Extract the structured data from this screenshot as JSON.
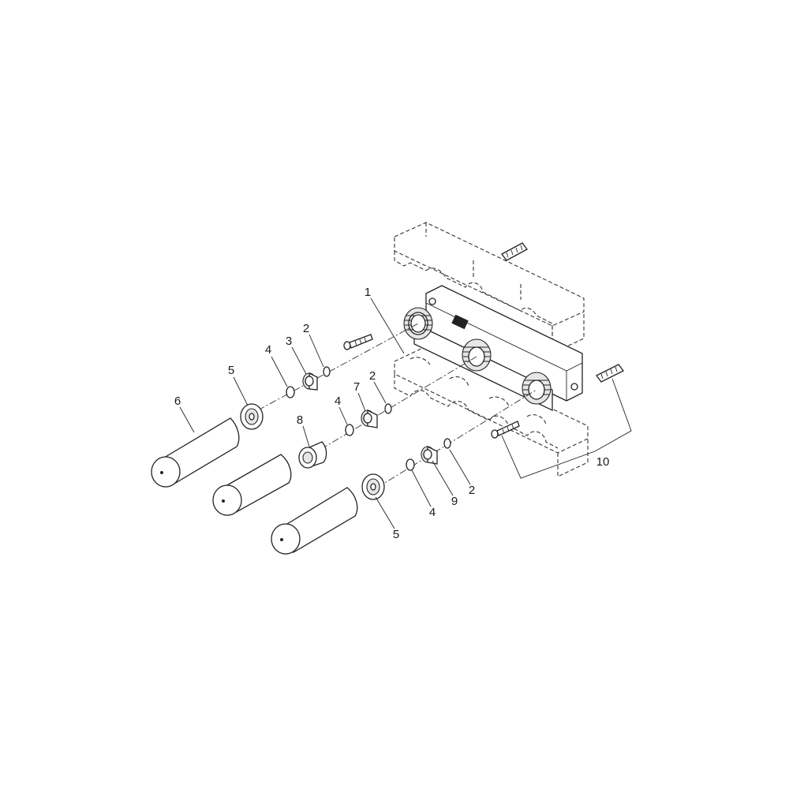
{
  "callouts": {
    "c1": "1",
    "c2a": "2",
    "c2b": "2",
    "c2c": "2",
    "c3": "3",
    "c4a": "4",
    "c4b": "4",
    "c4c": "4",
    "c5a": "5",
    "c5b": "5",
    "c6": "6",
    "c7": "7",
    "c8": "8",
    "c9": "9",
    "c10": "10"
  }
}
